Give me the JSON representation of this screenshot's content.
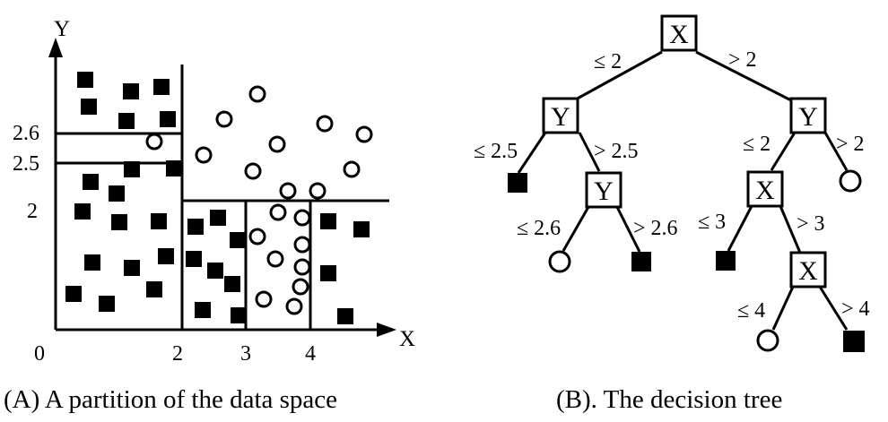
{
  "partition": {
    "caption": "(A) A partition of the data space",
    "x_axis_label": "X",
    "y_axis_label": "Y",
    "origin_label": "0",
    "x_ticks": [
      "2",
      "3",
      "4"
    ],
    "y_ticks": [
      "2.6",
      "2.5",
      "2"
    ]
  },
  "tree": {
    "caption": "(B). The decision tree",
    "nodes": {
      "root": "X",
      "left_y": "Y",
      "right_y": "Y",
      "inner_y": "Y",
      "mid_x": "X",
      "deep_x": "X"
    },
    "edges": {
      "root_left": "≤ 2",
      "root_right": "> 2",
      "lefty_left": "≤ 2.5",
      "lefty_right": "> 2.5",
      "innery_left": "≤ 2.6",
      "innery_right": "> 2.6",
      "righty_left": "≤ 2",
      "righty_right": "> 2",
      "midx_left": "≤ 3",
      "midx_right": "> 3",
      "deepx_left": "≤ 4",
      "deepx_right": "> 4"
    }
  },
  "colors": {
    "ink": "#000000",
    "background": "#ffffff"
  }
}
